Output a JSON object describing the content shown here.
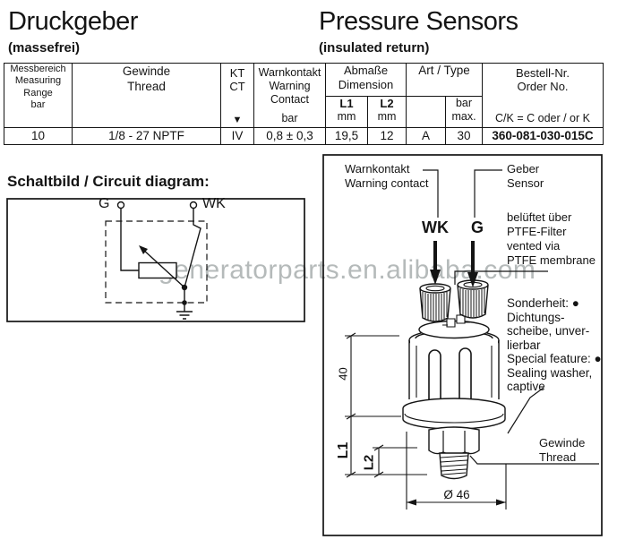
{
  "header": {
    "title_de": "Druckgeber",
    "subtitle_de": "(massefrei)",
    "title_en": "Pressure Sensors",
    "subtitle_en": "(insulated return)"
  },
  "table": {
    "col_measuring": [
      "Messbereich",
      "Measuring",
      "Range",
      "bar"
    ],
    "col_thread": [
      "Gewinde",
      "Thread"
    ],
    "col_ktct": [
      "KT",
      "CT"
    ],
    "ktct_arrow": "▼",
    "col_warning": [
      "Warnkontakt",
      "Warning",
      "Contact",
      "bar"
    ],
    "col_dimension": [
      "Abmaße",
      "Dimension"
    ],
    "sub_l1": [
      "L1",
      "mm"
    ],
    "sub_l2": [
      "L2",
      "mm"
    ],
    "col_arttype": "Art / Type",
    "sub_bar": [
      "bar",
      "max."
    ],
    "col_order": [
      "Bestell-Nr.",
      "Order No."
    ],
    "order_note": "C/K = C oder / or K",
    "row": {
      "range": "10",
      "thread": "1/8 - 27 NPTF",
      "kt": "IV",
      "warning": "0,8 ± 0,3",
      "l1": "19,5",
      "l2": "12",
      "art": "A",
      "bar": "30",
      "order": "360-081-030-015C"
    }
  },
  "circuit": {
    "heading": "Schaltbild / Circuit diagram:",
    "terminal_g": "G",
    "terminal_wk": "WK"
  },
  "figure": {
    "warning_contact": [
      "Warnkontakt",
      "Warning contact"
    ],
    "sensor": [
      "Geber",
      "Sensor"
    ],
    "wk": "WK",
    "g": "G",
    "vent": [
      "belüftet über",
      "PTFE-Filter",
      "vented via",
      "PTFE membrane"
    ],
    "feature": [
      "Sonderheit: ●",
      "Dichtungs-",
      "scheibe, unver-",
      "lierbar",
      "Special feature: ●",
      "Sealing washer,",
      "captive"
    ],
    "dim_height": "40",
    "dim_l1": "L1",
    "dim_l2": "L2",
    "dim_diameter": "Ø 46",
    "thread": [
      "Gewinde",
      "Thread"
    ]
  },
  "watermark": "generatorparts.en.alibaba.com"
}
